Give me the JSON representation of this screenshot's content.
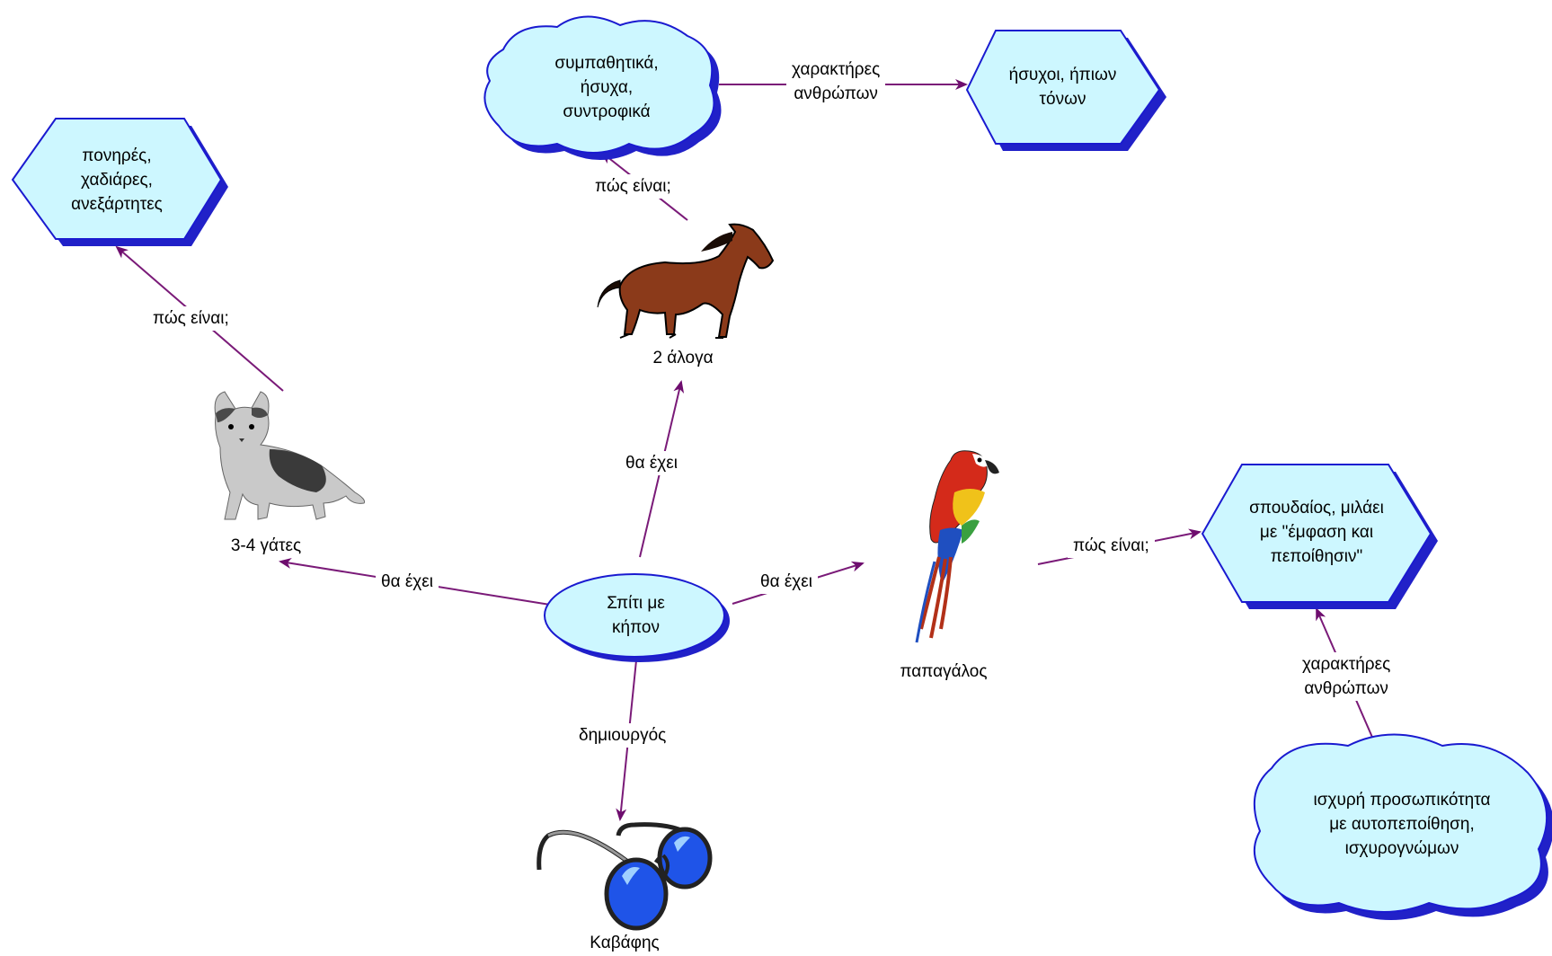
{
  "colors": {
    "node_fill": "#cdf7ff",
    "node_stroke": "#1a1ad0",
    "node_shadow": "#2121c8",
    "link": "#7a1a78",
    "arrow": "#6e0d6e"
  },
  "central": {
    "label_line1": "Σπίτι με",
    "label_line2": "κήπον"
  },
  "horse": {
    "icon": "horse-icon",
    "caption": "2 άλογα",
    "link_label": "θα έχει",
    "quality_link_label": "πώς είναι;",
    "quality": {
      "line1": "συμπαθητικά,",
      "line2": "ήσυχα,",
      "line3": "συντροφικά"
    },
    "people_link_label": {
      "line1": "χαρακτήρες",
      "line2": "ανθρώπων"
    },
    "people": {
      "line1": "ήσυχοι, ήπιων",
      "line2": "τόνων"
    }
  },
  "cat": {
    "icon": "cat-icon",
    "caption": "3-4 γάτες",
    "link_label": "θα έχει",
    "quality_link_label": "πώς είναι;",
    "quality": {
      "line1": "πονηρές,",
      "line2": "χαδιάρες,",
      "line3": "ανεξάρτητες"
    }
  },
  "parrot": {
    "icon": "parrot-icon",
    "caption": "παπαγάλος",
    "link_label": "θα έχει",
    "quality_link_label": "πώς είναι;",
    "quality": {
      "line1": "σπουδαίος, μιλάει",
      "line2": "με \"έμφαση και",
      "line3": "πεποίθησιν\""
    },
    "people_link_label": {
      "line1": "χαρακτήρες",
      "line2": "ανθρώπων"
    },
    "people": {
      "line1": "ισχυρή προσωπικότητα",
      "line2": "με αυτοπεποίθηση,",
      "line3": "ισχυρογνώμων"
    }
  },
  "creator": {
    "icon": "glasses-icon",
    "caption": "Καβάφης",
    "link_label": "δημιουργός"
  }
}
